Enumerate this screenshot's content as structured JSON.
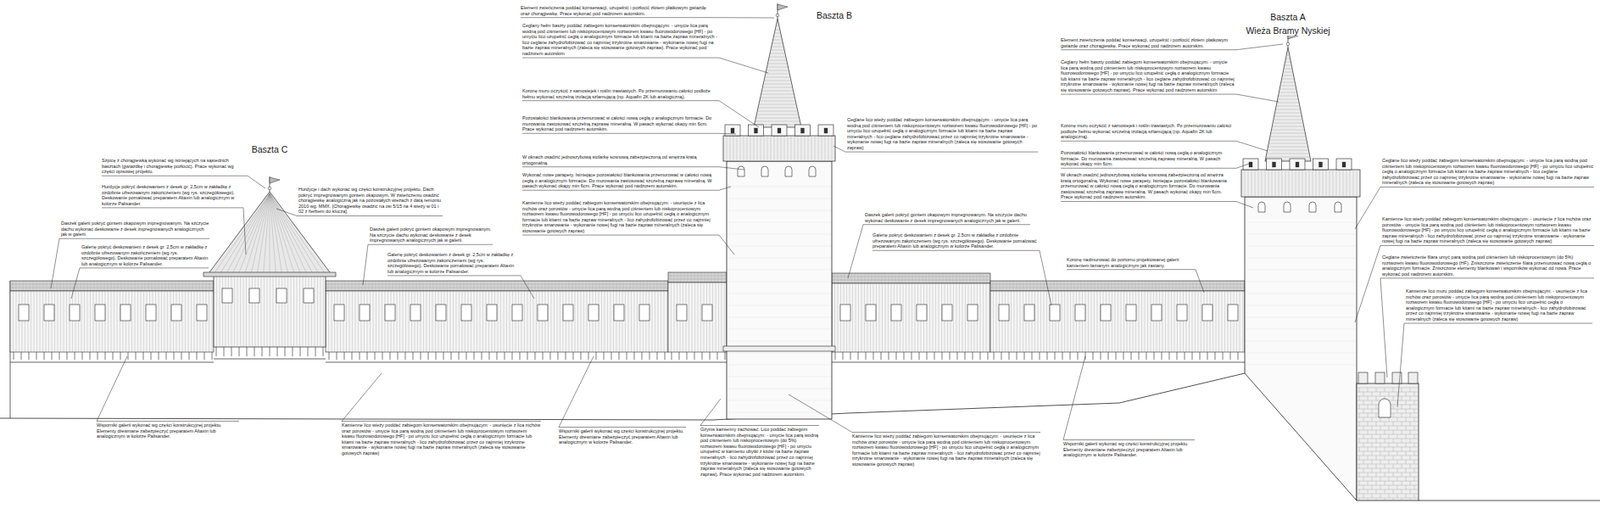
{
  "diagram": {
    "labels": [
      "Element zwieńczenia poddać konserwacji, uzupełnić i pozłocić złotem płatkowym gwiazdę oraz chorągiewkę. Prace wykonać pod nadzorem autorskim.",
      "Baszta B",
      "Ceglany hełm baszty poddać zabiegom konserwatorskim obejmującym: - umycie lica parą wodną pod ciśnieniem lub niskoprocentowym roztworem kwasu fluorowodorowego [HF] - po umyciu lico uzupełnić cegłą o analogicznym formacie lub kitami na bazie zapraw mineralnych - lico ceglane zahydrofobizować co najmniej trzykrotne smarowanie - wykonanie nowej fugi na bazie zapraw mineralnych (zaleca się stosowanie gotowych zapraw). Prace wykonać pod nadzorem autorskim",
      "Koronę muru oczyścić z samosiejek i roślin trawiastych. Po przemurowaniu całości podłoże hełmu wykonać szczelną izolacją szlamującą (np. Aquafin 2K lub analogiczną).",
      "Pozostałości blankowania przemurować w całości nową cegłą o analogicznym formacie. Do murowania zastosować szczelną zaprawę mineralną. W pasach wykonać okapy min 6cm. Prace wykonać pod nadzorem autorskim.",
      "W oknach osadzić jednoszybową stolarkę sosnową zabezpieczoną od wnętrza kratą ortogonalną.",
      "Wykonać nowe parapety. Istniejące pozostałości blankowania przemurować w całości nową cegłą o analogicznym formacie. Do murowania zastosować szczelną zaprawę mineralną. W pasach wykonać okapy min 6cm. Prace wykonać pod nadzorem autorskim.",
      "Kamienne lico wieży poddać zabiegom konserwatorskim obejmującym: - usunięcie z lica mchów oraz porostów - umycie lica parą wodną pod ciśnieniem lub niskoprocentowym roztworem kwasu fluorowodorowego [HF] - po umyciu lico uzupełnić cegłą o analogicznym formacie lub kitami na bazie zapraw mineralnych - lico zahydrofobizować przez co najmniej trzykrotne smarowanie - wykonanie nowej fugi na bazie zapraw mineralnych (zaleca się stosowanie gotowych zapraw)",
      "Ceglane lico wieży poddać zabiegom konserwatorskim obejmującym: - umycie lica parą wodną pod ciśnieniem lub niskoprocentowym roztworem kwasu fluorowodorowego [HF] - po umyciu lico uzupełnić cegłą o analogicznym formacie lub kitami na bazie zapraw mineralnych - lico ceglane zahydrofobizować przez co najmniej trzykrotne smarowanie - wykonanie nowej fugi na bazie zapraw mineralnych (zaleca się stosowanie gotowych zapraw)",
      "Element zwieńczenia poddać konserwacji, uzupełnić i pozłocić złotem płatkowym gwiazdę oraz chorągiewkę. Prace wykonać pod nadzorem autorskim.",
      "Baszta A",
      "Wieża Bramy Nyskiej",
      "Ceglany hełm baszty poddać zabiegom konserwatorskim obejmującym: - umycie lica parą wodną pod ciśnieniem lub niskoprocentowym roztworem kwasu fluorowodorowego [HF] - po umyciu lico uzupełnić cegłą o analogicznym formacie lub kitami na bazie zapraw mineralnych - lico ceglane zahydrofobizować co najmniej trzykrotne smarowanie - wykonanie nowej fugi na bazie zapraw mineralnych (zaleca się stosowanie gotowych zapraw). Prace wykonać pod nadzorem autorskim",
      "Koronę muru oczyścić z samosiejek i roślin trawiastych. Po przemurowaniu całości podłoże hełmu wykonać szczelną izolacją szlamującą (np. Aquafin 2K lub analogiczną).",
      "Pozostałości blankowania przemurować w całości nową cegłą o analogicznym formacie. Do murowania zastosować szczelną zaprawę mineralną. W pasach wykonać okapy min 6cm.",
      "W oknach osadzić jednoszybową stolarkę sosnową zabezpieczoną od wnętrza kratą ortogonalną. Wykonać nowe parapety. Istniejące pozostałości blankowania przemurować w całości nową cegłą o analogicznym formacie. Do murowania zastosować szczelną zaprawę mineralną. W pasach wykonać okapy min 6cm. Prace wykonać pod nadzorem autorskim.",
      "Ceglane lico wieży poddać zabiegom konserwatorskim obejmującym: - umycie lica parą wodną pod ciśnieniem lub niskoprocentowym roztworem kwasu fluorowodorowego [HF] - po umyciu lico uzupełnić cegłą o analogicznym formacie lub kitami na bazie zapraw mineralnych - lico ceglane zahydrofobizować przez co najmniej trzykrotne smarowanie - wykonanie nowej fugi na bazie zapraw mineralnych (zaleca się stosowanie gotowych zapraw)",
      "Kamienne lico wieży poddać zabiegom konserwatorskim obejmującym: - usunięcie z lica mchów oraz porostów - umycie lica parą wodną pod ciśnieniem lub niskoprocentowym roztworem kwasu fluorowodorowego [HF] - po umyciu lico uzupełnić cegłą o analogicznym formacie lub kitami na bazie zapraw mineralnych - lico zahydrofobizować przez co najmniej trzykrotne smarowanie - wykonanie nowej fugi na bazie zapraw mineralnych (zaleca się stosowanie gotowych zapraw)",
      "Ceglane zwieńczenie filara umyć parą wodną pod ciśnieniem lub niskoprocentowym (do 5%) roztworem kwasu fluorowodorowego (HF). Zniszczone zwieńczenie filara przemurować nową cegłą o analogicznym formacie. Zniszczone elementy blankowań i wsporników wykonać od nowa. Prace wykonać pod nadzorem autorskim.",
      "Kamienne lico muru poddać zabiegom konserwatorskim obejmującym: - usunięcie z lica mchów oraz porostów - umycie lica parą wodną pod ciśnieniem lub niskoprocentowym roztworem kwasu fluorowodorowego [HF] - po umyciu lico uzupełnić cegłą o analogicznym formacie lub kitami na bazie zapraw mineralnych - lico zahydrofobizować przez co najmniej trzykrotne smarowanie - wykonanie nowej fugi na bazie zapraw mineralnych (zaleca się stosowanie gotowych zapraw)",
      "Baszta C",
      "Szpicę z chorągiewką wykonać wg istniejących na sąsiednich basztach (gwiazdkę i chorągiewkę pozłocić). Prace wykonać wg części opisowej projektu.",
      "Hurdycje pokryć deskowaniem z desek gr. 2,5cm w zakładkę z ozdobnie ufrezowanym zakończeniem (wg rys. szczegółowego). Deskowanie pomalować preparatem Altaxin lub analogicznym w kolorze Palisander.",
      "Hurdycje i dach wykonać wg części konstrukcyjnej projektu. Dach pokryć impregnowanym gontem okapowym. W zwieńczeniu osadzić chorągiewkę analogiczną jak na pozostałych wieżach z datą remontu 2010 wg. MMX. [Chorągiewkę osadzić na osi 5/15 na 4 wieży w 01 i 02 z herbem do klucza].",
      "Daszek galerii pokryć gontem okapowym impregnowanym. Na szczycie dachu wykonać deskowanie z desek impregnowanych analogicznych jak w galerii.",
      "Galerię pokryć deskowaniem z desek gr. 2,5cm w zakładkę z ozdobnie ufrezowanym zakończeniem (wg rys. szczegółowego). Deskowanie pomalować preparatem Altaxin lub analogicznym w kolorze Palisander.",
      "Daszek galerii pokryć gontem okapowym impregnowanym. Na szczycie dachu wykonać deskowanie z desek impregnowanych analogicznych jak w galerii.",
      "Galerię pokryć deskowaniem z desek gr. 2,5cm w zakładkę z ozdobnie ufrezowanym zakończeniem (wg rys. szczegółowego). Deskowanie pomalować preparatem Altaxin lub analogicznym w kolorze Palisander.",
      "Daszek galerii pokryć gontem okapowym impregnowanym. Na szczycie dachu wykonać deskowanie z desek impregnowanych analogicznych jak w galerii.",
      "Galerię pokryć deskowaniem z desek gr. 2,5cm w zakładkę z ozdobnie ufrezowanym zakończeniem (wg rys. szczegółowego). Deskowanie pomalować preparatem Altaxin lub analogicznym w kolorze Palisander.",
      "Koronę nadmurować do poziomu projektowanej galerii kamieniem łamanym analogicznym jak zastany.",
      "Wsporniki galerii wykonać wg części konstrukcyjnej projektu. Elementy drewniane zabezpieczyć preparatem Altaxin lub analogicznym w kolorze Palisander.",
      "Kamienne lico wieży poddać zabiegom konserwatorskim obejmującym: - usunięcie z lica mchów oraz porostów - umycie lica parą wodną pod ciśnieniem lub niskoprocentowym roztworem kwasu fluorowodorowego [HF] - po umyciu lico uzupełnić cegłą o analogicznym formacie lub kitami na bazie zapraw mineralnych - lico zahydrofobizować przez co najmniej trzykrotne smarowanie - wykonanie nowej fugi na bazie zapraw mineralnych (zaleca się stosowanie gotowych zapraw)",
      "Wsporniki galerii wykonać wg części konstrukcyjnej projektu. Elementy drewniane zabezpieczyć preparatem Altaxin lub analogicznym w kolorze Palisander.",
      "Gzyms kamienny zachować. Lico poddać zabiegom konserwatorskim obejmującym: - umycie lica parą wodną pod ciśnieniem lub niskoprocentowym (do 5%) roztworem kwasu fluorowodorowego [HF] - po umyciu uzupełnić w kamieniu ubytki z kitów na bazie zapraw mineralnych - lico zahydrofobizować przez co najmniej trzykrotne smarowanie - wykonanie nowej fugi na bazie zapraw mineralnych (zaleca się stosowanie gotowych zapraw). Prace wykonać pod nadzorem autorskim.",
      "Kamienne lico wieży poddać zabiegom konserwatorskim obejmującym: - usunięcie z lica mchów oraz porostów - umycie lica parą wodną pod ciśnieniem lub niskoprocentowym roztworem kwasu fluorowodorowego [HF] - po umyciu lico uzupełnić cegłą o analogicznym formacie lub kitami na bazie zapraw mineralnych - lico zahydrofobizować przez co najmniej trzykrotne smarowanie - wykonanie nowej fugi na bazie zapraw mineralnych (zaleca się stosowanie gotowych zapraw)",
      "Wsporniki galerii wykonać wg części konstrukcyjnej projektu. Elementy drewniane zabezpieczyć preparatem Altaxin lub analogicznym w kolorze Palisander."
    ]
  }
}
